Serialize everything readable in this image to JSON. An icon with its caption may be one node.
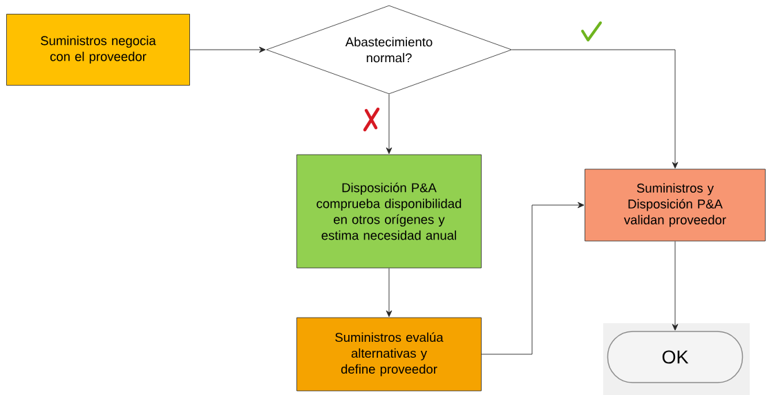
{
  "diagram": {
    "nodes": [
      {
        "text": [
          "Suministros negocia con el proveedor"
        ]
      },
      {
        "text": [
          "Abastecimiento normal?"
        ]
      },
      {
        "text": [
          "Disposición P&A comprueba disponibilidad en otros orígenes y estima necesidad anual"
        ]
      },
      {
        "text": [
          "Suministros evalúa alternativas y define proveedor"
        ]
      },
      {
        "text": [
          "Suministros y Disposición P&A validan proveedor"
        ]
      },
      {
        "text": [
          "OK"
        ]
      }
    ],
    "edges": [
      {
        "from": 0,
        "to": 1,
        "arrow": "to"
      },
      {
        "from": 1,
        "to": 4,
        "arrow": "to"
      },
      {
        "from": 1,
        "to": 2,
        "arrow": "to"
      },
      {
        "from": 2,
        "to": 3,
        "arrow": "to"
      },
      {
        "from": 3,
        "to": 4,
        "arrow": "to"
      },
      {
        "from": 4,
        "to": 5,
        "arrow": "to"
      }
    ]
  }
}
